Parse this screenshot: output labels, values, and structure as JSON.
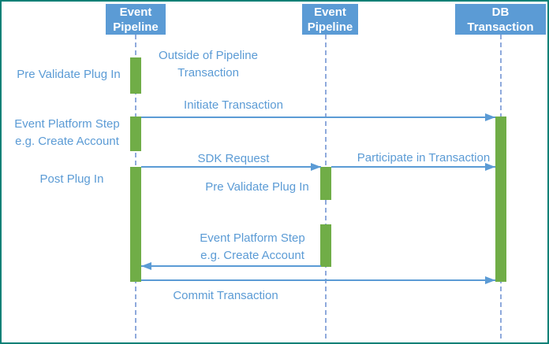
{
  "diagram_type": "uml-sequence-diagram",
  "colors": {
    "actor_fill": "#5B9BD5",
    "actor_text": "#FFFFFF",
    "lifeline": "#8FAADC",
    "activation_fill": "#70AD47",
    "message_line": "#5B9BD5",
    "label_text": "#5B9BD5",
    "page_border": "#0A8076",
    "background": "#FFFFFF"
  },
  "actors": [
    {
      "line1": "Event",
      "line2": "Pipeline"
    },
    {
      "line1": "Event",
      "line2": "Pipeline"
    },
    {
      "line1": "DB",
      "line2": "Transaction"
    }
  ],
  "annotations": {
    "pre_validate_1": "Pre Validate Plug In",
    "outside_1": "Outside of Pipeline",
    "outside_2": "Transaction",
    "event_platform_1a": "Event Platform Step",
    "event_platform_1b": "e.g. Create Account",
    "post_plug_in": "Post Plug In",
    "pre_validate_2": "Pre Validate Plug In",
    "event_platform_2a": "Event Platform Step",
    "event_platform_2b": "e.g. Create Account"
  },
  "messages": [
    {
      "label": "Initiate Transaction",
      "from": "Event Pipeline 1",
      "to": "DB Transaction",
      "direction": "right"
    },
    {
      "label": "SDK Request",
      "from": "Event Pipeline 1",
      "to": "Event Pipeline 2",
      "direction": "right"
    },
    {
      "label": "Participate in Transaction",
      "from": "Event Pipeline 2",
      "to": "DB Transaction",
      "direction": "right"
    },
    {
      "label": "",
      "from": "Event Pipeline 2",
      "to": "Event Pipeline 1",
      "direction": "left"
    },
    {
      "label": "Commit Transaction",
      "from": "Event Pipeline 1",
      "to": "DB Transaction",
      "direction": "right"
    }
  ]
}
